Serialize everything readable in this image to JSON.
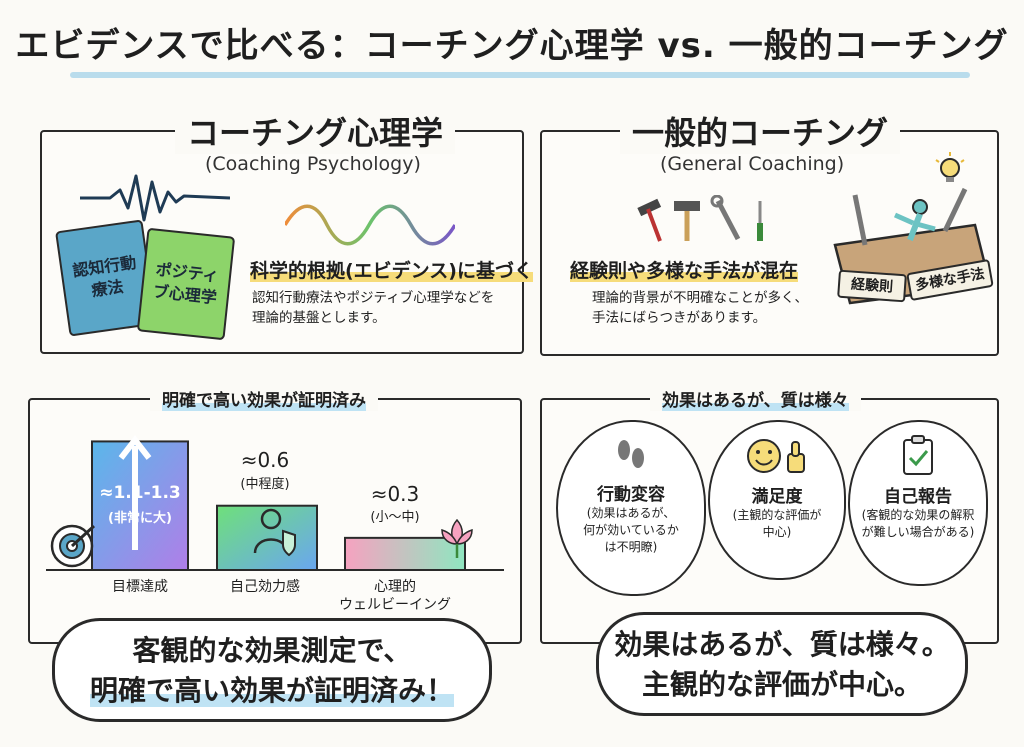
{
  "title": "エビデンスで比べる：コーチング心理学 vs. 一般的コーチング",
  "left_top": {
    "heading": "コーチング心理学",
    "subheading": "(Coaching Psychology)",
    "book1": "認知行動療法",
    "book2": "ポジティブ心理学",
    "claim": "科学的根拠(エビデンス)に基づく",
    "desc_line1": "認知行動療法やポジティブ心理学などを",
    "desc_line2": "理論的基盤とします。"
  },
  "right_top": {
    "heading": "一般的コーチング",
    "subheading": "(General Coaching)",
    "claim": "経験則や多様な手法が混在",
    "desc_line1": "理論的背景が不明確なことが多く、",
    "desc_line2": "手法にばらつきがあります。",
    "box_label1": "経験則",
    "box_label2": "多様な手法"
  },
  "left_bottom": {
    "heading": "明確で高い効果が証明済み",
    "chart_data": {
      "type": "bar",
      "categories": [
        "目標達成",
        "自己効力感",
        "心理的ウェルビーイング"
      ],
      "values": [
        1.2,
        0.6,
        0.3
      ],
      "value_labels": [
        "≈1.1-1.3",
        "≈0.6",
        "≈0.3"
      ],
      "value_notes": [
        "(非常に大)",
        "(中程度)",
        "(小〜中)"
      ],
      "cat1": "目標達成",
      "cat2": "自己効力感",
      "cat3_line1": "心理的",
      "cat3_line2": "ウェルビーイング",
      "ylim": [
        0,
        1.4
      ]
    },
    "bubble_line1": "客観的な効果測定で、",
    "bubble_line2": "明確で高い効果が証明済み！"
  },
  "right_bottom": {
    "heading": "効果はあるが、質は様々",
    "clouds": [
      {
        "title": "行動変容",
        "l1": "(効果はあるが、",
        "l2": "何が効いているか",
        "l3": "は不明瞭)"
      },
      {
        "title": "満足度",
        "l1": "(主観的な評価が",
        "l2": "中心)",
        "l3": ""
      },
      {
        "title": "自己報告",
        "l1": "(客観的な効果の解釈",
        "l2": "が難しい場合がある)",
        "l3": ""
      }
    ],
    "bubble_line1": "効果はあるが、質は様々。",
    "bubble_line2": "主観的な評価が中心。"
  },
  "colors": {
    "accent_blue": "#a9d4ea",
    "highlight_yellow": "#f6dc7a",
    "book_blue": "#5aa6c8",
    "book_green": "#8dd46a"
  },
  "icons": [
    "wave-icon",
    "sine-wave-icon",
    "tools-icon",
    "toolbox-icon",
    "target-icon",
    "shield-person-icon",
    "lotus-icon",
    "footprints-icon",
    "smile-thumbs-icon",
    "clipboard-check-icon",
    "lightbulb-icon"
  ]
}
